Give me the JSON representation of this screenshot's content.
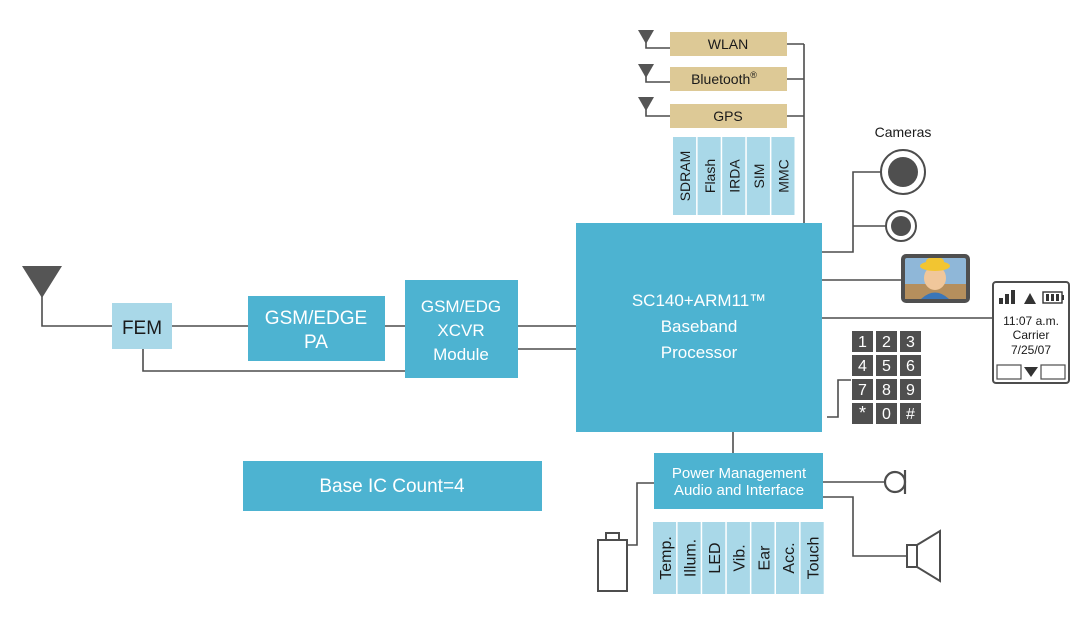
{
  "colors": {
    "block": "#4db3d1",
    "light_block": "#a9d8e8",
    "radio_block": "#ddc996",
    "wire": "#4d4d4d",
    "antenna": "#555555",
    "keypad": "#4f4f4f"
  },
  "radios": [
    "WLAN",
    "Bluetooth",
    "GPS"
  ],
  "radio_superscript": "®",
  "memory_slots": [
    "SDRAM",
    "Flash",
    "IRDA",
    "SIM",
    "MMC"
  ],
  "fem_label": "FEM",
  "pa_label": [
    "GSM/EDGE",
    "PA"
  ],
  "xcvr_label": [
    "GSM/EDG",
    "XCVR",
    "Module"
  ],
  "baseband_label": [
    "SC140+ARM11™",
    "Baseband",
    "Processor"
  ],
  "base_ic_count": "Base IC Count=4",
  "cameras_label": "Cameras",
  "phone_screen": {
    "time": "11:07 a.m.",
    "carrier": "Carrier",
    "date": "7/25/07"
  },
  "keypad_keys": [
    "1",
    "2",
    "3",
    "4",
    "5",
    "6",
    "7",
    "8",
    "9",
    "*",
    "0",
    "#"
  ],
  "pmic_label": [
    "Power Management",
    "Audio and Interface"
  ],
  "peripheral_slots": [
    "Temp.",
    "Illum.",
    "LED",
    "Vib.",
    "Ear",
    "Acc.",
    "Touch"
  ]
}
